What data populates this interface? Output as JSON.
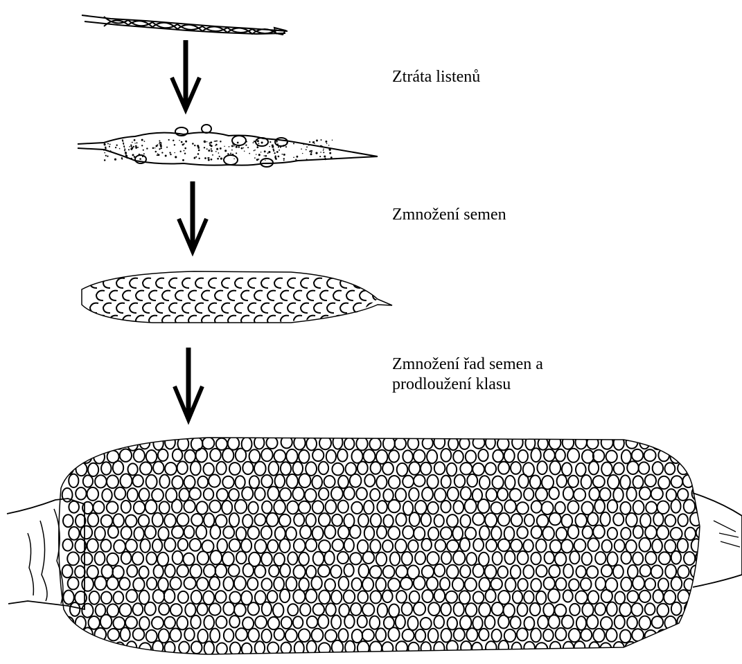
{
  "steps": [
    {
      "label": "Ztráta listenů"
    },
    {
      "label": "Zmnožení semen"
    },
    {
      "label_line1": "Zmnožení řad semen a",
      "label_line2": "prodloužení klasu"
    }
  ],
  "stages": [
    {
      "name": "wild-grass-spike"
    },
    {
      "name": "intermediate-spike"
    },
    {
      "name": "small-ear"
    },
    {
      "name": "modern-maize-ear"
    }
  ],
  "colors": {
    "ink": "#000000",
    "background": "#ffffff"
  }
}
